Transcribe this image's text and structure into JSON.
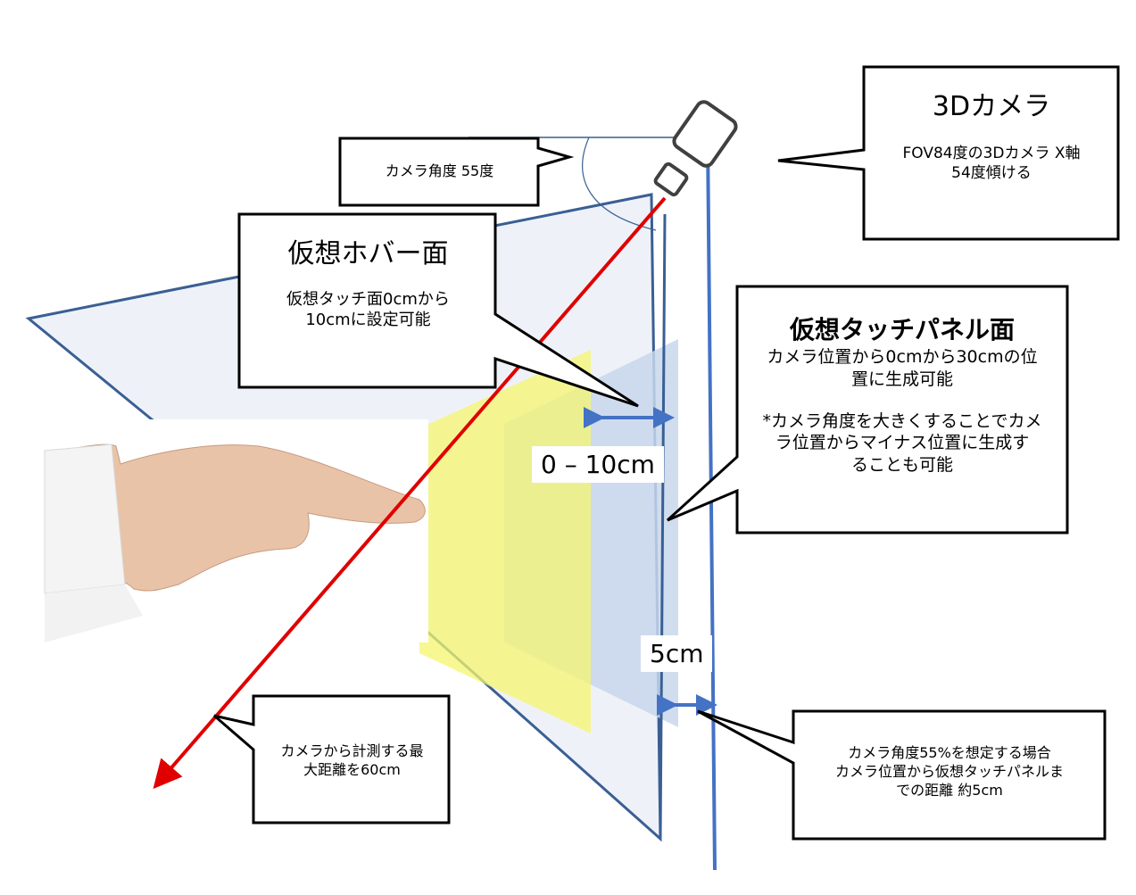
{
  "colors": {
    "plane_outline": "#3a5f94",
    "plane_fill": "#eef2f8",
    "touch_panel_fill": "#c8d7ec",
    "hover_fill": "#f5f56f",
    "ray": "#e00000",
    "arrow": "#4472c4",
    "callout_border": "#000000"
  },
  "callouts": {
    "camera_angle": {
      "text": "カメラ角度 55度"
    },
    "camera3d": {
      "title": "3Dカメラ",
      "line1": "FOV84度の3Dカメラ X軸",
      "line2": "54度傾ける"
    },
    "hover": {
      "title": "仮想ホバー面",
      "line1": "仮想タッチ面0cmから",
      "line2": "10cmに設定可能"
    },
    "touch_panel": {
      "title": "仮想タッチパネル面",
      "line1": "カメラ位置から0cmから30cmの位",
      "line2": "置に生成可能",
      "line3": "*カメラ角度を大きくすることでカメ",
      "line4": "ラ位置からマイナス位置に生成す",
      "line5": "ることも可能"
    },
    "max_distance": {
      "line1": "カメラから計測する最",
      "line2": "大距離を60cm"
    },
    "distance_5cm": {
      "line1": "カメラ角度55%を想定する場合",
      "line2": "カメラ位置から仮想タッチパネルま",
      "line3": "での距離 約5cm"
    }
  },
  "dimensions": {
    "hover_range": "0 – 10cm",
    "gap": "5cm"
  },
  "icons": {
    "camera": "camera-icon",
    "hand": "pointing-hand-icon"
  }
}
